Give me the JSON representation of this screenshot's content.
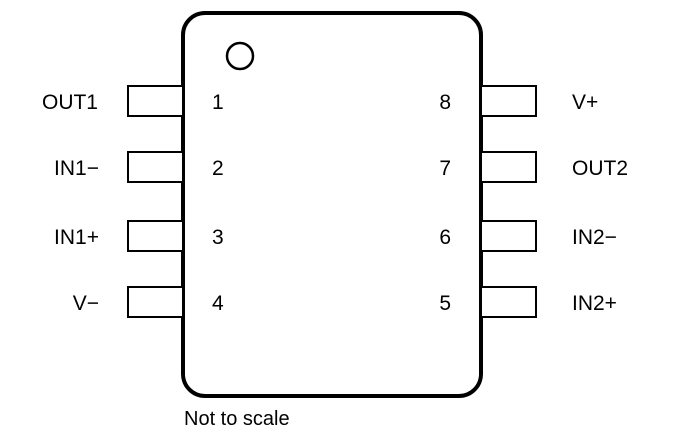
{
  "package": {
    "pins_left": [
      {
        "number": "1",
        "name": "OUT1"
      },
      {
        "number": "2",
        "name": "IN1−"
      },
      {
        "number": "3",
        "name": "IN1+"
      },
      {
        "number": "4",
        "name": "V−"
      }
    ],
    "pins_right": [
      {
        "number": "8",
        "name": "V+"
      },
      {
        "number": "7",
        "name": "OUT2"
      },
      {
        "number": "6",
        "name": "IN2−"
      },
      {
        "number": "5",
        "name": "IN2+"
      }
    ]
  },
  "footnote": "Not to scale",
  "colors": {
    "stroke": "#000000",
    "background": "#ffffff"
  }
}
